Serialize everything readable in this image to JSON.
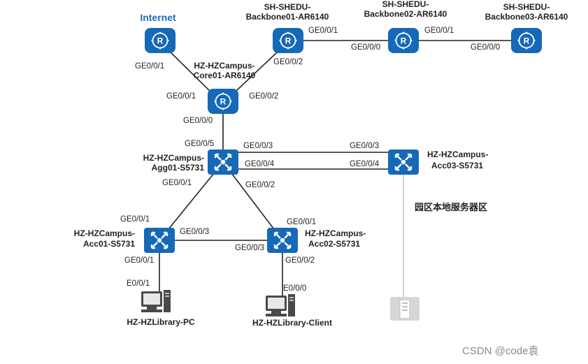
{
  "diagram": {
    "colors": {
      "device_blue": "#1668b8",
      "link": "#222222",
      "server_link": "#c8c8c8",
      "server": "#d6d6d6",
      "pc": "#4a4a4a",
      "internet_label": "#1b6ec2"
    },
    "devices": {
      "internet": {
        "label": "Internet",
        "icon": "router-icon"
      },
      "core01": {
        "name_l1": "HZ-HZCampus-",
        "name_l2": "Core01-AR6140",
        "icon": "router-icon"
      },
      "backbone01": {
        "name_l1": "SH-SHEDU-",
        "name_l2": "Backbone01-AR6140",
        "icon": "router-icon"
      },
      "backbone02": {
        "name_l1": "SH-SHEDU-",
        "name_l2": "Backbone02-AR6140",
        "icon": "router-icon"
      },
      "backbone03": {
        "name_l1": "SH-SHEDU-",
        "name_l2": "Backbone03-AR6140",
        "icon": "router-icon"
      },
      "agg01": {
        "name_l1": "HZ-HZCampus-",
        "name_l2": "Agg01-S5731",
        "icon": "switch-icon"
      },
      "acc03": {
        "name_l1": "HZ-HZCampus-",
        "name_l2": "Acc03-S5731",
        "icon": "switch-icon"
      },
      "acc01": {
        "name_l1": "HZ-HZCampus-",
        "name_l2": "Acc01-S5731",
        "icon": "switch-icon"
      },
      "acc02": {
        "name_l1": "HZ-HZCampus-",
        "name_l2": "Acc02-S5731",
        "icon": "switch-icon"
      },
      "pc": {
        "label": "HZ-HZLibrary-PC",
        "icon": "pc-icon"
      },
      "client": {
        "label": "HZ-HZLibrary-Client",
        "icon": "pc-icon"
      },
      "server": {
        "icon": "server-icon"
      }
    },
    "zone_label": "园区本地服务器区",
    "ports": {
      "internet_ge001": "GE0/0/1",
      "core_ge001": "GE0/0/1",
      "core_ge002": "GE0/0/2",
      "core_ge000": "GE0/0/0",
      "bb01_ge002": "GE0/0/2",
      "bb01_ge001": "GE0/0/1",
      "bb02_ge000": "GE0/0/0",
      "bb02_ge001": "GE0/0/1",
      "bb03_ge000": "GE0/0/0",
      "agg_ge005": "GE0/0/5",
      "agg_ge003": "GE0/0/3",
      "agg_ge004": "GE0/0/4",
      "agg_ge001": "GE0/0/1",
      "agg_ge002": "GE0/0/2",
      "acc03_ge003": "GE0/0/3",
      "acc03_ge004": "GE0/0/4",
      "acc01_ge001": "GE0/0/1",
      "acc01_ge003": "GE0/0/3",
      "acc01_ge0001": "GE0/0/1",
      "acc02_ge001": "GE0/0/1",
      "acc02_ge003": "GE0/0/3",
      "acc02_ge002": "GE0/0/2",
      "pc_e001": "E0/0/1",
      "client_e000": "E0/0/0"
    }
  },
  "watermark": "CSDN @code袁"
}
